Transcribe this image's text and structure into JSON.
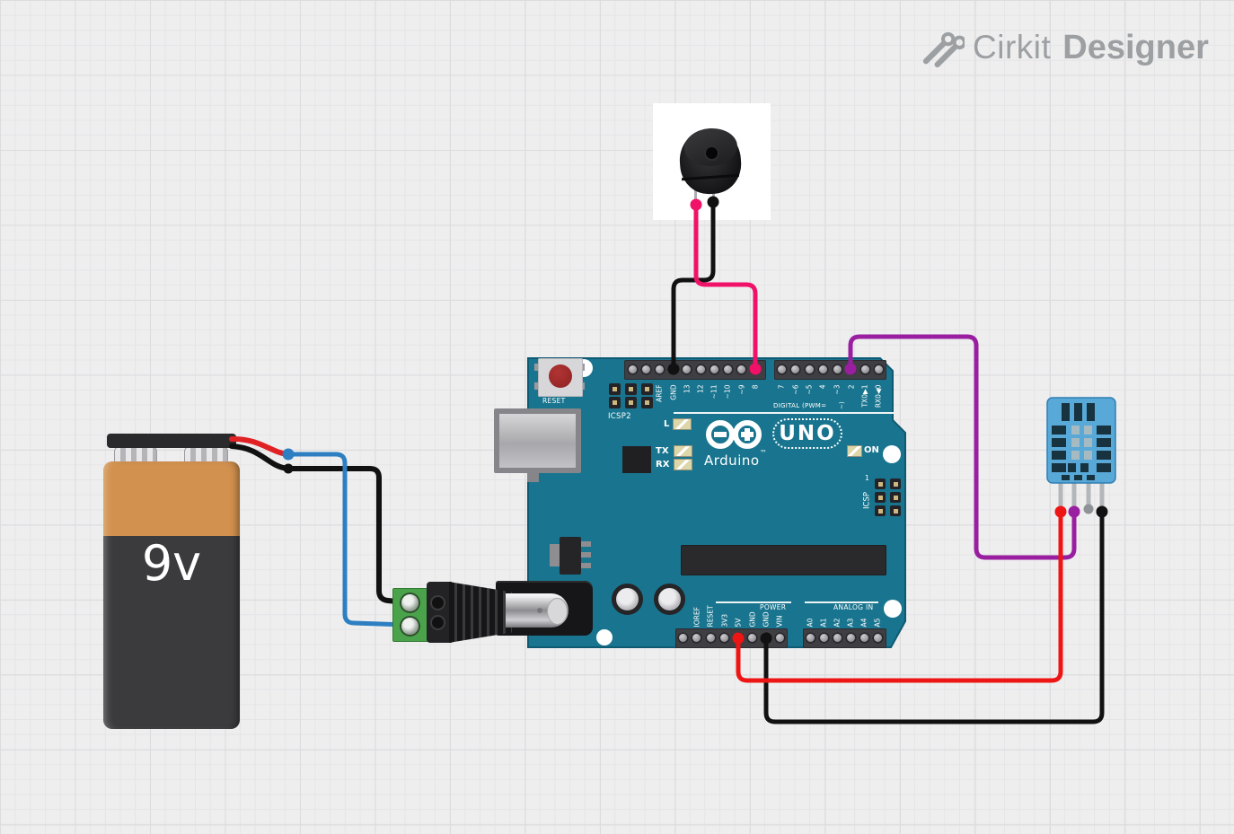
{
  "brand": {
    "icon": "cirkit-logo-icon",
    "name_regular": "Cirkit",
    "name_bold": "Designer",
    "color": "#9da0a3"
  },
  "components": {
    "battery": {
      "type": "9V Battery",
      "label": "9v",
      "body_color": "#3b3b3d",
      "sleeve_color": "#d2914e"
    },
    "barrel_jack": {
      "type": "DC Barrel Jack Adapter",
      "terminal_color": "#4aa34a"
    },
    "buzzer": {
      "type": "Piezo Buzzer"
    },
    "dht11": {
      "type": "DHT11 Humidity and Temperature Sensor",
      "body_color": "#58a8d8"
    },
    "arduino": {
      "type": "Arduino UNO",
      "board_color": "#19758f",
      "labels": {
        "reset_button": "RESET",
        "icsp2": "ICSP2",
        "led_l": "L",
        "led_tx": "TX",
        "led_rx": "RX",
        "brand": "Arduino",
        "trademark": "™",
        "model_badge": "UNO",
        "digital_caption": "DIGITAL (PWM=",
        "digital_caption_tilde": "~)",
        "led_on": "ON",
        "icsp": "ICSP",
        "icsp_pin1": "1",
        "power_caption": "POWER",
        "analog_caption": "ANALOG IN"
      },
      "digital_pins_left": [
        "AREF",
        "GND",
        "13",
        "12",
        "~11",
        "~10",
        "~9",
        "8"
      ],
      "digital_pins_right": [
        "7",
        "~6",
        "~5",
        "4",
        "~3",
        "2",
        "TX0▶1",
        "RX0◀0"
      ],
      "power_pins": [
        "IOREF",
        "RESET",
        "3V3",
        "5V",
        "GND",
        "GND",
        "VIN"
      ],
      "analog_pins": [
        "A0",
        "A1",
        "A2",
        "A3",
        "A4",
        "A5"
      ]
    }
  },
  "wires": {
    "battery_positive": {
      "color": "#e02225"
    },
    "battery_negative": {
      "color": "#111111"
    },
    "jack_power_blue": {
      "color": "#2d7fc2"
    },
    "buzzer_signal_pink": {
      "color": "#f01168"
    },
    "buzzer_gnd_black": {
      "color": "#111111"
    },
    "dht_data_purple": {
      "color": "#9a1fa0"
    },
    "dht_vcc_red": {
      "color": "#ee1515"
    },
    "dht_gnd_black": {
      "color": "#111111"
    },
    "dht_nc_gray": {
      "color": "#8f9296"
    }
  }
}
